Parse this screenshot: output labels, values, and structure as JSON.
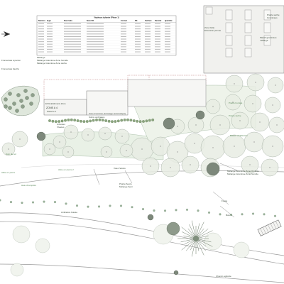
{
  "table": {
    "title": "Végétaux à planter (Phase 1)",
    "headers": [
      "Numéro",
      "Type",
      "Nom latin",
      "Nom FR",
      "Format",
      "Nb",
      "Surface",
      "Densité",
      "Quantité"
    ]
  },
  "legend": {
    "mix_label": "Mélange",
    "mix_lines": [
      "Mélange Graminée Zone humide",
      "Mélange Graminée Zone sèche"
    ]
  },
  "labels": {
    "herbage_1": "Fromentale à panné",
    "herbage_2": "Fromentale fauché",
    "terrace_west": "EVIA (bâtiment) Zone",
    "zone_left": "Soin du sol",
    "parterre_1": "Parterre 1",
    "zone_mid": "Zone d'ombres (Arrosage automatique)",
    "zone_mid2": "Solins ombragés",
    "zone_a": "ZONE A 4",
    "zone_b": "ZONE A",
    "prairie_right_1": "Prairie humide",
    "prairie_right_2": "Prairie sèche",
    "alley_1": "Allée en pierre",
    "alley_2": "Allée en pierre 2",
    "bassin": "Bassin d'infiltration",
    "haie": "Haie champêtre",
    "mix_1": "Mélange Graminée Zone Ombrée",
    "mix_2": "Mélange Graminée Zone humide",
    "massif_top": "Massif graminées",
    "massif_top_2": "mélangé",
    "top_right_1": "Prairie sèche",
    "top_right_2": "Graminées",
    "right_mid": "Zone bâtie",
    "right_mid_2": "Extension prévue",
    "bottom_1": "Prairie fleurie",
    "bottom_2": "Mélange fleuri",
    "bottom_3": "Ambiance boisée",
    "side_1": "Arbustes",
    "side_2": "Vivaces",
    "east_1": "Fossé",
    "east_2": "Bois",
    "road_1": "Chemin agricole",
    "road_2": "Voie d'accès"
  },
  "colors": {
    "tree_canopy": "#e7ece3",
    "tree_stroke": "#9aa69a",
    "lawn": "#d8e8d4",
    "shrub_dark": "#6f7f6d",
    "hedge": "#8ca57f",
    "building": "#f1f1ee",
    "line_dim": "#b06060",
    "line_green": "#7fa77f"
  },
  "icons": {
    "north": "north-arrow-icon"
  }
}
